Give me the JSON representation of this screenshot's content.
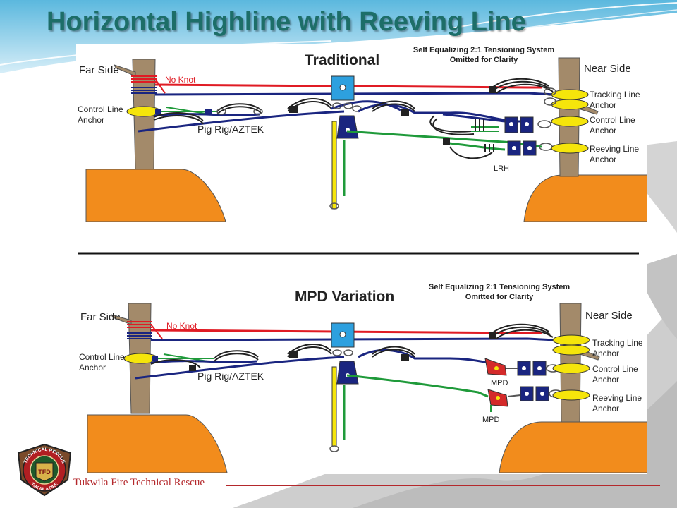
{
  "title": "Horizontal Highline with Reeving Line",
  "footer": "Tukwila Fire Technical Rescue",
  "colors": {
    "title": "#1d6e68",
    "tree": "#a38a6a",
    "ground": "#f28c1c",
    "track_red": "#e01b24",
    "track_navy": "#1a2580",
    "reeving_green": "#1f9a3a",
    "control_yellow": "#f5e50b",
    "pulley_blue": "#2da0df",
    "mpd_red": "#d42a2a",
    "footer": "#b4282c"
  },
  "panels": {
    "top": {
      "heading": "Traditional",
      "note_line1": "Self Equalizing 2:1 Tensioning System",
      "note_line2": "Omitted for Clarity",
      "far_side": "Far Side",
      "near_side": "Near Side",
      "no_knot": "No Knot",
      "control_anchor_1": "Control Line",
      "control_anchor_2": "Anchor",
      "pig_rig": "Pig Rig/AZTEK",
      "tracking_anchor_1": "Tracking Line",
      "tracking_anchor_2": "Anchor",
      "control_near_1": "Control Line",
      "control_near_2": "Anchor",
      "reeving_anchor_1": "Reeving Line",
      "reeving_anchor_2": "Anchor",
      "lrh": "LRH"
    },
    "bottom": {
      "heading": "MPD Variation",
      "note_line1": "Self Equalizing 2:1 Tensioning System",
      "note_line2": "Omitted for Clarity",
      "far_side": "Far Side",
      "near_side": "Near Side",
      "no_knot": "No Knot",
      "control_anchor_1": "Control Line",
      "control_anchor_2": "Anchor",
      "pig_rig": "Pig Rig/AZTEK",
      "tracking_anchor_1": "Tracking Line",
      "tracking_anchor_2": "Anchor",
      "control_near_1": "Control Line",
      "control_near_2": "Anchor",
      "reeving_anchor_1": "Reeving Line",
      "reeving_anchor_2": "Anchor",
      "mpd_1": "MPD",
      "mpd_2": "MPD"
    }
  },
  "logo": {
    "top_text": "TECHNICAL RESCUE",
    "bottom_text": "TUKWILA FIRE",
    "center_text": "TFD"
  },
  "icons": {
    "logo": "tukwila-fire-badge-icon",
    "pulley": "pulley-icon",
    "carabiner": "carabiner-icon",
    "mpd": "mpd-device-icon"
  }
}
